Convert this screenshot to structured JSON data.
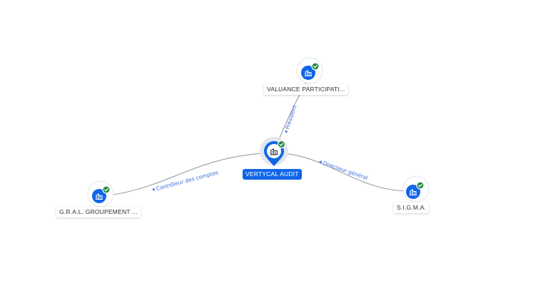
{
  "nodes": {
    "center": {
      "label": "VERTYCAL AUDIT",
      "icon": "building-icon",
      "verified": true
    },
    "top": {
      "label": "VALUANCE PARTICIPATI...",
      "icon": "building-icon",
      "verified": true
    },
    "left": {
      "label": "G.R.A.L. GROUPEMENT ...",
      "icon": "building-icon",
      "verified": true
    },
    "right": {
      "label": "S.I.G.M.A.",
      "icon": "building-icon",
      "verified": true
    }
  },
  "edges": {
    "top": {
      "label": "Président"
    },
    "left": {
      "label": "Contrôleur des comptes"
    },
    "right": {
      "label": "Directeur général"
    }
  },
  "colors": {
    "accent": "#1166e8",
    "verified": "#1f8a3e",
    "edge_label": "#3b6fd6",
    "edge_line": "#8c93a0"
  }
}
